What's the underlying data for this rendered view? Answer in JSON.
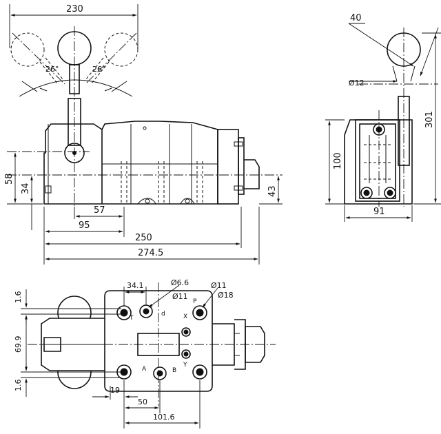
{
  "front_view": {
    "dim_width_top": "230",
    "angle_left": "26°",
    "angle_right": "26°",
    "dim_height_58": "58",
    "dim_height_34": "34",
    "dim_height_43": "43",
    "dim_57": "57",
    "dim_95": "95",
    "dim_250": "250",
    "dim_274_5": "274.5"
  },
  "side_view": {
    "dim_40": "40",
    "dim_dia12": "Ø12",
    "dim_301": "301",
    "dim_100": "100",
    "dim_91": "91"
  },
  "top_view": {
    "dim_34_1": "34.1",
    "dim_dia6_6": "Ø6.6",
    "dim_dia11_a": "Ø11",
    "dim_dia11_b": "Ø11",
    "dim_dia18": "Ø18",
    "dim_1_6_top": "1.6",
    "dim_69_9": "69.9",
    "dim_1_6_bottom": "1.6",
    "dim_19": "19",
    "dim_50": "50",
    "dim_101_6": "101.6",
    "port_x": "X",
    "port_y": "Y",
    "port_a": "A",
    "port_b": "B",
    "port_t": "T",
    "port_p": "P",
    "port_d": "d"
  }
}
